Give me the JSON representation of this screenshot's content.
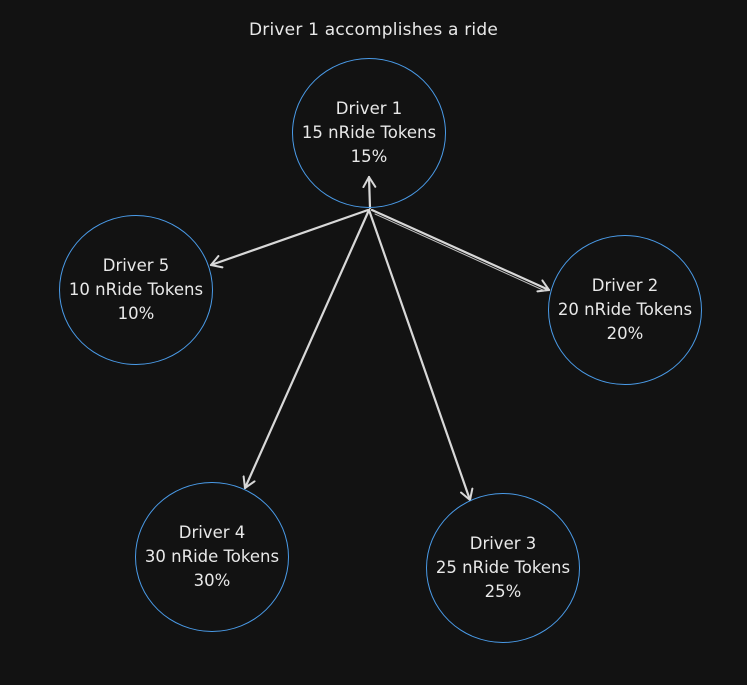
{
  "title": "Driver 1 accomplishes a ride",
  "colors": {
    "background": "#121212",
    "node_border": "#4a9be8",
    "edge": "#d8d8d8",
    "text": "#e8e8e8"
  },
  "nodes": [
    {
      "id": "n1",
      "name": "Driver 1",
      "tokens": "15 nRide Tokens",
      "percent": "15%"
    },
    {
      "id": "n2",
      "name": "Driver 2",
      "tokens": "20 nRide Tokens",
      "percent": "20%"
    },
    {
      "id": "n3",
      "name": "Driver 3",
      "tokens": "25 nRide Tokens",
      "percent": "25%"
    },
    {
      "id": "n4",
      "name": "Driver 4",
      "tokens": "30 nRide Tokens",
      "percent": "30%"
    },
    {
      "id": "n5",
      "name": "Driver 5",
      "tokens": "10 nRide Tokens",
      "percent": "10%"
    }
  ],
  "edges": [
    {
      "from": "hub",
      "to": "n1"
    },
    {
      "from": "hub",
      "to": "n2"
    },
    {
      "from": "hub",
      "to": "n3"
    },
    {
      "from": "hub",
      "to": "n4"
    },
    {
      "from": "hub",
      "to": "n5"
    }
  ]
}
